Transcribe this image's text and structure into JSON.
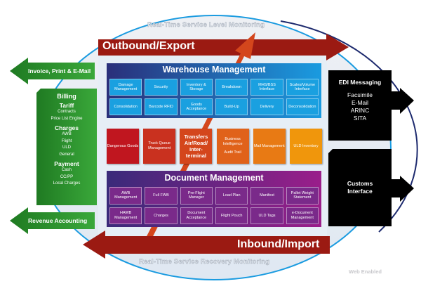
{
  "top_monitoring": "Real-Time Service Level Monitoring",
  "bottom_monitoring": "Real-Time Service Recovery Monitoring",
  "outbound": "Outbound/Export",
  "inbound": "Inbound/Import",
  "web_enabled": "Web Enabled",
  "warehouse": {
    "title": "Warehouse Management",
    "cells": [
      "Damage Management",
      "Security",
      "Inventory & Storage",
      "Breakdown",
      "MHS/BSS Interface",
      "Scales/Volume Interface",
      "Consolidation",
      "Barcode RFID",
      "Goods Acceptance",
      "Build-Up",
      "Delivery",
      "Deconsolidation"
    ]
  },
  "modules": [
    {
      "label": "Dangerous Goods",
      "color": "#c0161f"
    },
    {
      "label": "Truck Queue Management",
      "color": "#c9311f"
    },
    {
      "label": "Transfers Air/Road/ Inter-terminal",
      "color": "#d4461c"
    },
    {
      "label": "Business Intelligence",
      "sub": "Audit Trail",
      "color": "#e0621a"
    },
    {
      "label": "Mail Management",
      "color": "#e87a14"
    },
    {
      "label": "ULD Inventory",
      "color": "#f0960c"
    }
  ],
  "document": {
    "title": "Document Management",
    "cells": [
      "AWB Management",
      "Full FWB",
      "Pre-Flight Manager",
      "Load Plan",
      "Manifest",
      "Pallet Weight Statement",
      "HAWB Management",
      "Charges",
      "Document Acceptance",
      "Flight Pouch",
      "ULD Tags",
      "e-Document Management"
    ]
  },
  "left": {
    "invoice": "Invoice, Print & E-Mail",
    "revenue": "Revenue Accounting",
    "billing": {
      "title": "Billing",
      "groups": [
        {
          "title": "Tariff",
          "items": [
            "Contracts",
            "Price List Engine"
          ]
        },
        {
          "title": "Charges",
          "items": [
            "AWB",
            "Flight",
            "ULD",
            "General"
          ]
        },
        {
          "title": "Payment",
          "items": [
            "Cash",
            "CC/PP",
            "Local Charges"
          ]
        }
      ]
    }
  },
  "right": {
    "edi": {
      "title": "EDI Messaging",
      "items": [
        "Facsimile",
        "E-Mail",
        "ARINC",
        "SITA"
      ]
    },
    "customs": "Customs Interface"
  },
  "colors": {
    "warehouse": "#1aa0e0",
    "document": "#6e2a8a",
    "arrow_red": "#9b1a12",
    "green": "#2e8b2e",
    "black": "#000000"
  }
}
